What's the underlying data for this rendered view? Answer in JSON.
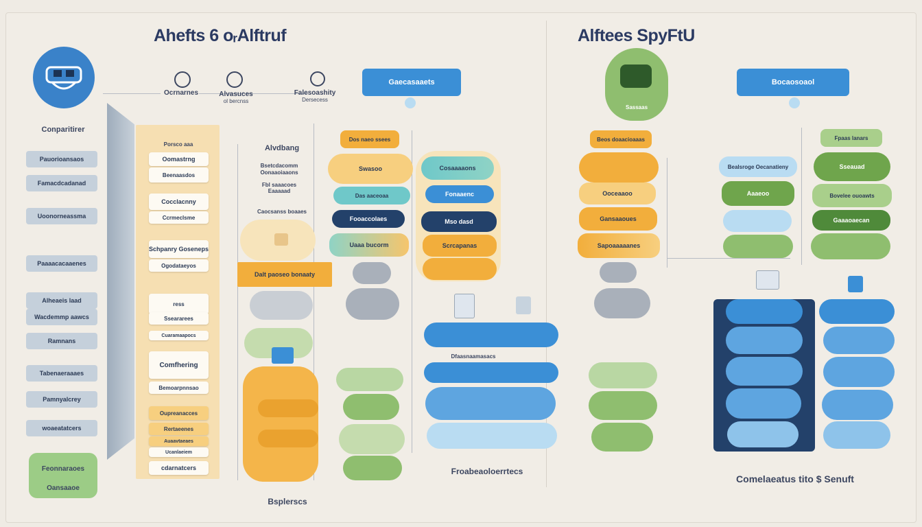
{
  "titles": {
    "left": "Ahefts 6 ᴏᵣAlftruf",
    "right": "Alftees SpyFtU"
  },
  "header_labels": {
    "competitors": "Ocrnarnes",
    "analysis": "Alvasuces",
    "analysis_sub": "ol bercnss",
    "backlinks": "Falesoashity",
    "backlinks_sub": "Dersecess"
  },
  "top_buttons": {
    "left": "Gaecasaaets",
    "right": "Bocaosoaol"
  },
  "sidebar": {
    "heading": "Conparitirer",
    "items": [
      "Pauorioansaos",
      "Famacdcadanad",
      "Uoonorneassma",
      "Paaaacacaaenes",
      "Alheaeis laad",
      "Wacdemmp aawcs",
      "Ramnans",
      "Tabenaeraaaes",
      "Pamnyalcrey",
      "woaeatatcers"
    ],
    "bottom_title": "Feonnaraoes",
    "bottom_sub": "Oansaaoe"
  },
  "column1": {
    "top": "Porsco aaa",
    "cards": [
      "Oomastrng",
      "Beenaasdos",
      "Cocclacnny",
      "Ccrmeclsme",
      "Schpanry Goseneps",
      "Ogodataeyos",
      "ress",
      "Sseararees",
      "Cuaramaapocs",
      "Comfhering",
      "Bemoarpnnsao",
      "Oupreanacces",
      "Rertaeenes",
      "Auaavtaeaes",
      "Ucanlaeiem",
      "cdarnatcers"
    ]
  },
  "column2": {
    "heading": "Alvdbang",
    "sub1": "Bsetcdacomm",
    "sub2": "Oonaaoiaaons",
    "sub3": "Fbl saaacoes",
    "sub4": "Eaaaaad",
    "sub5": "Caocsanss boaaes",
    "bar": "Dalt paoseo bonaaty"
  },
  "column3": {
    "top": "Dos naeo ssees",
    "items": [
      "Swasoo",
      "Das aaceoaa",
      "Fooaccolaes",
      "Uaaa bucorm"
    ]
  },
  "column4": {
    "items": [
      "Cosaaaaons",
      "Fonaaenc",
      "Mso dasd",
      "Scrcapanas"
    ]
  },
  "center": {
    "footer": "Froabeaoloerrtecs",
    "sub": "Dfaasnaamasacs"
  },
  "bottom_left": "Bsplerscs",
  "right": {
    "mascot_label": "Sassaas",
    "orange_top": "Beos doaacioaaas",
    "orange_items": [
      "Ooceaaoo",
      "Gansaaoues",
      "Sapoaaaaanes"
    ],
    "green_top": "Fpaas lanars",
    "left_pills": [
      "Bealsroge Oecanatieny",
      "Aaaeoo"
    ],
    "right_pills": [
      "Sseauad",
      "Bovelee ouoawts",
      "Gaaaoaecan"
    ],
    "footer": "Comelaeatus tito $ Senuft"
  },
  "colors": {
    "blue": "#3b8fd6",
    "navy": "#23416a",
    "orange": "#f2ae3c",
    "green": "#6fa54c",
    "teal": "#6fc8c9",
    "grey": "#a9b0ba"
  },
  "icons": [
    "ahrefs-logo-icon",
    "spyfu-mascot-icon",
    "magnifier-icon",
    "chart-icon",
    "link-icon",
    "document-icon",
    "box-icon"
  ]
}
